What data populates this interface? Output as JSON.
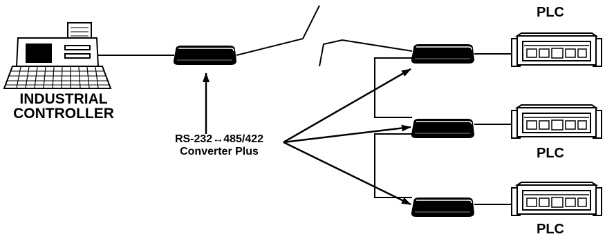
{
  "controller": {
    "label_line1": "INDUSTRIAL",
    "label_line2": "CONTROLLER"
  },
  "converter": {
    "label_line1": "RS-232↔485/422",
    "label_line2": "Converter Plus"
  },
  "plcs": [
    {
      "label": "PLC"
    },
    {
      "label": "PLC"
    },
    {
      "label": "PLC"
    }
  ],
  "colors": {
    "line": "#000000",
    "background": "#ffffff"
  }
}
